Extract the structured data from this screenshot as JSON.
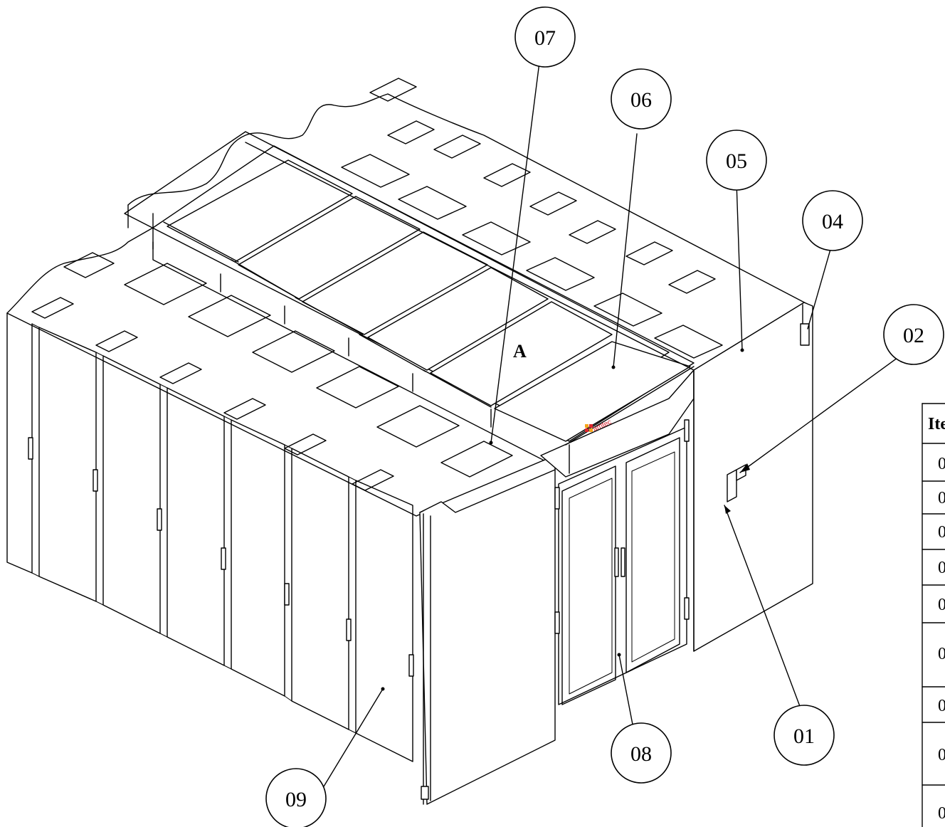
{
  "balloons": [
    {
      "id": "01",
      "label": "01"
    },
    {
      "id": "02",
      "label": "02"
    },
    {
      "id": "04",
      "label": "04"
    },
    {
      "id": "05",
      "label": "05"
    },
    {
      "id": "06",
      "label": "06"
    },
    {
      "id": "07",
      "label": "07"
    },
    {
      "id": "08",
      "label": "08"
    },
    {
      "id": "09",
      "label": "09"
    }
  ],
  "view_label": "A",
  "brand": {
    "text": "amtec",
    "colors": [
      "#f7a51c",
      "#e0262d"
    ]
  },
  "item_table": {
    "header": "Ite",
    "rows": [
      "0",
      "0",
      "0",
      "0",
      "0",
      "0",
      "0",
      "0",
      "0"
    ]
  }
}
